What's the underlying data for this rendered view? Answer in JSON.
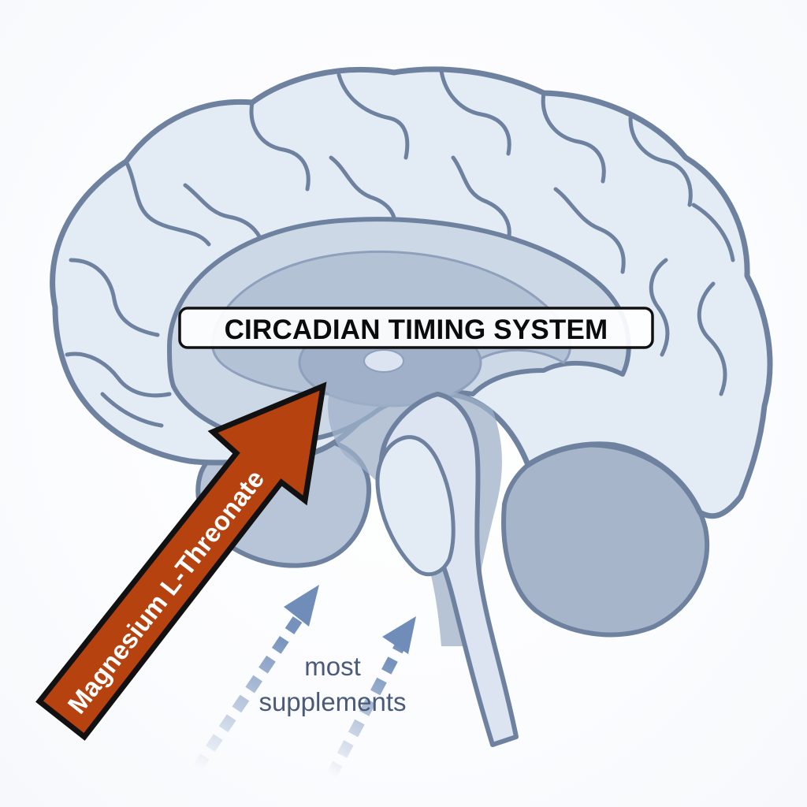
{
  "diagram": {
    "region_label": "CIRCADIAN TIMING SYSTEM",
    "primary_arrow_label": "Magnesium L-Threonate",
    "secondary_label_line1": "most",
    "secondary_label_line2": "supplements"
  },
  "colors": {
    "background": "#ffffff",
    "brain_fill": "#e3ebf5",
    "brain_outline": "#6e82a0",
    "deep_region": "#b4c2d6",
    "brainstem": "#dbe4f0",
    "cerebellum": "#a7b5ca",
    "primary_arrow": "#b5420f",
    "primary_arrow_outline": "#111111",
    "secondary_arrow": "#6f8db8",
    "label_box_fill": "#ffffff",
    "label_box_outline": "#111111"
  }
}
